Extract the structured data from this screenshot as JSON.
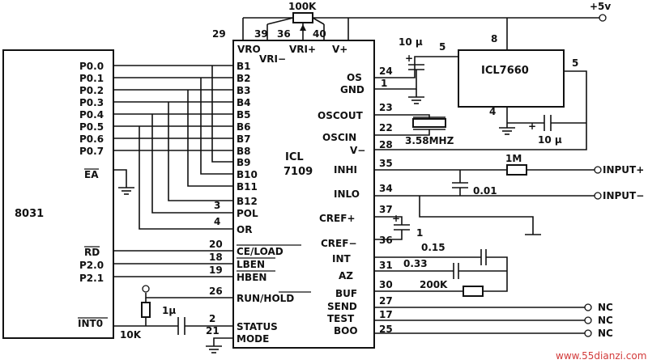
{
  "chips": {
    "mcu": "8031",
    "adc": [
      "ICL",
      "7109"
    ],
    "conv": "ICL7660"
  },
  "mcu_pins": [
    "P0.0",
    "P0.1",
    "P0.2",
    "P0.3",
    "P0.4",
    "P0.5",
    "P0.6",
    "P0.7"
  ],
  "mcu_pins2": {
    "ea": "EA",
    "rd": "RD",
    "p20": "P2.0",
    "p21": "P2.1",
    "int0": "INT0"
  },
  "adc_left": {
    "vro": "VRO",
    "vri_minus": "VRI−",
    "bits": [
      "B1",
      "B2",
      "B3",
      "B4",
      "B5",
      "B6",
      "B7",
      "B8",
      "B9",
      "B10",
      "B11",
      "B12"
    ],
    "pol": "POL",
    "or": "OR",
    "ce": "CE/LOAD",
    "lben": "LBEN",
    "hben": "HBEN",
    "run": "RUN/HOLD",
    "status": "STATUS",
    "mode": "MODE"
  },
  "adc_top": {
    "vri_plus": "VRI+",
    "vplus": "V+"
  },
  "adc_right": {
    "os": "OS",
    "gnd": "GND",
    "oscout": "OSCOUT",
    "oscin": "OSCIN",
    "vminus": "V−",
    "inhi": "INHI",
    "inlo": "INLO",
    "crefp": "CREF+",
    "crefm": "CREF−",
    "int": "INT",
    "az": "AZ",
    "buf": "BUF",
    "send": "SEND",
    "test": "TEST",
    "boo": "BOO"
  },
  "pin_numbers": {
    "p29": "29",
    "p39": "39",
    "p36t": "36",
    "p40": "40",
    "p3": "3",
    "p4": "4",
    "p20": "20",
    "p18": "18",
    "p19": "19",
    "p26": "26",
    "p2": "2",
    "p21": "21",
    "p24": "24",
    "p1": "1",
    "p23": "23",
    "p22": "22",
    "p28": "28",
    "p35": "35",
    "p34": "34",
    "p37": "37",
    "p36": "36",
    "p31": "31",
    "p30": "30",
    "p27": "27",
    "p17": "17",
    "p25": "25",
    "c8": "8",
    "c5a": "5",
    "c5b": "5",
    "c4": "4"
  },
  "components": {
    "pot": "100K",
    "vcc": "+5v",
    "c10a": "10 μ",
    "c10b": "10 μ",
    "xtal": "3.58MHZ",
    "r1m": "1M",
    "c001": "0.01",
    "cref1": "1",
    "c015": "0.15",
    "c033": "0.33",
    "r200k": "200K",
    "c1u": "1μ",
    "r10k": "10K",
    "plus1": "+",
    "plus2": "+",
    "plus3": "+"
  },
  "terminals": {
    "in_hi": "INPUT+",
    "in_lo": "INPUT−",
    "nc1": "NC",
    "nc2": "NC",
    "nc3": "NC"
  },
  "watermark": "www.55dianzi.com"
}
